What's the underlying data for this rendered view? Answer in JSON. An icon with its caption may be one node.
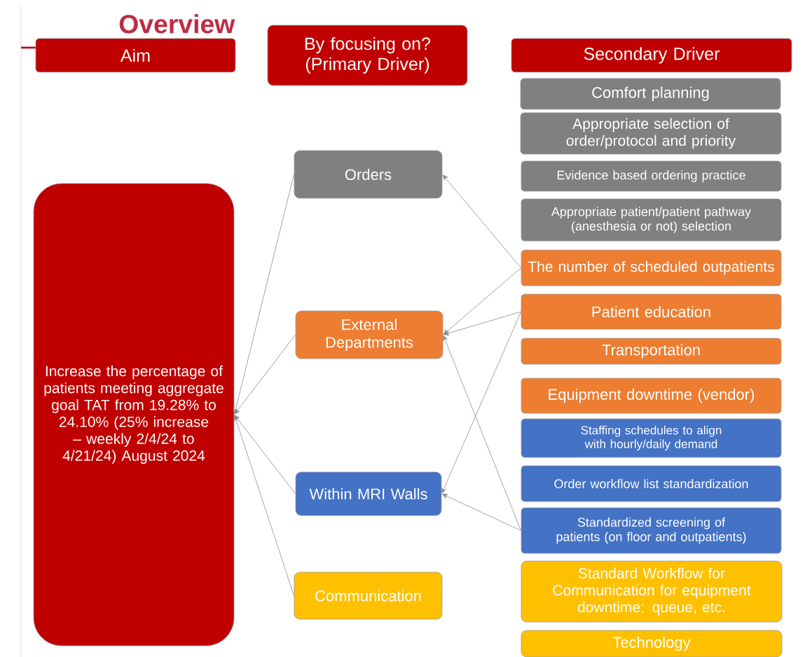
{
  "diagram": {
    "title": "Overview",
    "nodes": [
      {
        "text": [
          "Aim"
        ]
      },
      {
        "text": [
          "By focusing on? (Primary Driver)"
        ]
      },
      {
        "text": [
          "Secondary Driver"
        ]
      },
      {
        "text": [
          "Increase the percentage of patients meeting aggregate goal TAT from 19.28% to 24.10% (25% increase – weekly 2/4/24 to 4/21/24) August 2024"
        ]
      },
      {
        "text": [
          "Orders"
        ]
      },
      {
        "text": [
          "External Departments"
        ]
      },
      {
        "text": [
          "Within MRI Walls"
        ]
      },
      {
        "text": [
          "Communication"
        ]
      },
      {
        "text": [
          "Comfort planning"
        ]
      },
      {
        "text": [
          "Appropriate selection of order/protocol and priority"
        ]
      },
      {
        "text": [
          "Evidence based ordering practice"
        ]
      },
      {
        "text": [
          "Appropriate patient/patient pathway (anesthesia or not) selection"
        ]
      },
      {
        "text": [
          "The number of scheduled outpatients"
        ]
      },
      {
        "text": [
          "Patient education"
        ]
      },
      {
        "text": [
          "Transportation"
        ]
      },
      {
        "text": [
          "Equipment downtime (vendor)"
        ]
      },
      {
        "text": [
          "Staffing schedules to align with hourly/daily demand"
        ]
      },
      {
        "text": [
          "Order workflow list standardization"
        ]
      },
      {
        "text": [
          "Standardized screening of patients (on floor and outpatients)"
        ]
      },
      {
        "text": [
          "Standard Workflow for Communication for equipment downtime: queue, etc."
        ]
      },
      {
        "text": [
          "Technology"
        ]
      }
    ],
    "edges": [
      {
        "from": 4,
        "to": 3,
        "arrow": "to"
      },
      {
        "from": 5,
        "to": 3,
        "arrow": "to"
      },
      {
        "from": 6,
        "to": 3,
        "arrow": "to"
      },
      {
        "from": 7,
        "to": 3,
        "arrow": "to"
      },
      {
        "from": 12,
        "to": 4,
        "arrow": "to"
      },
      {
        "from": 12,
        "to": 5,
        "arrow": "to"
      },
      {
        "from": 13,
        "to": 5,
        "arrow": "to"
      },
      {
        "from": 13,
        "to": 6,
        "arrow": "to"
      },
      {
        "from": 18,
        "to": 5,
        "arrow": "to"
      },
      {
        "from": 18,
        "to": 6,
        "arrow": "to"
      }
    ]
  }
}
